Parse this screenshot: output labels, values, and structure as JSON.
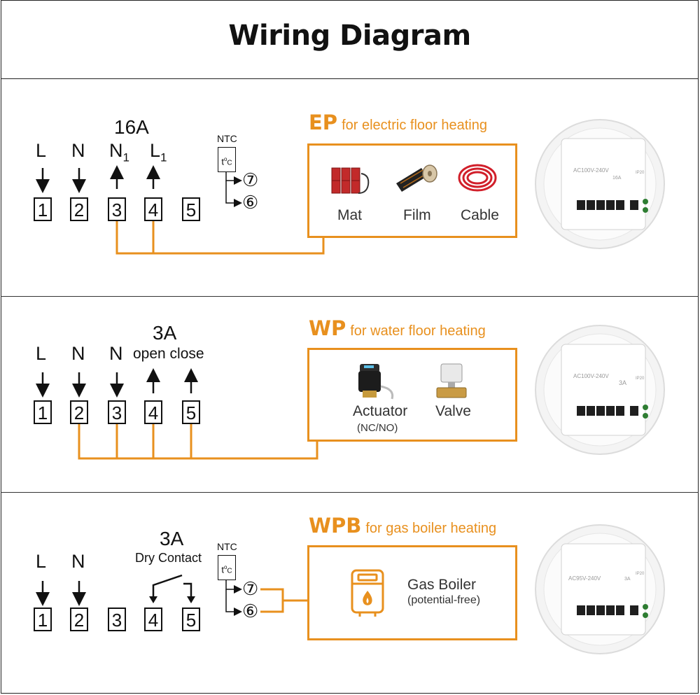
{
  "title": "Wiring Diagram",
  "colors": {
    "accent": "#e8901e",
    "line": "#111111"
  },
  "sections": {
    "ep": {
      "code": "EP",
      "desc": "for electric floor heating",
      "rating": "16A",
      "labels": [
        "L",
        "N",
        "N",
        "L"
      ],
      "label_subs": [
        "",
        "",
        "1",
        "1"
      ],
      "terminals": [
        "1",
        "2",
        "3",
        "4",
        "5"
      ],
      "ntc": "NTC",
      "sensor": "t°C",
      "sensor_t": "t",
      "sensor_o": "o",
      "sensor_c": "C",
      "circle_7": "⑦",
      "circle_6": "⑥",
      "products": [
        "Mat",
        "Film",
        "Cable"
      ],
      "device": {
        "spec": "AC100V-240V",
        "amp": "16A",
        "ip": "IP20"
      }
    },
    "wp": {
      "code": "WP",
      "desc": "for water floor heating",
      "rating": "3A",
      "labels": [
        "L",
        "N",
        "N"
      ],
      "open_close": "open close",
      "terminals": [
        "1",
        "2",
        "3",
        "4",
        "5"
      ],
      "products": [
        "Actuator",
        "Valve"
      ],
      "product_note": "(NC/NO)",
      "device": {
        "spec": "AC100V-240V",
        "amp": "3A",
        "ip": "IP20"
      }
    },
    "wpb": {
      "code": "WPB",
      "desc": "for gas boiler heating",
      "rating": "3A",
      "contact": "Dry Contact",
      "labels": [
        "L",
        "N"
      ],
      "terminals": [
        "1",
        "2",
        "3",
        "4",
        "5"
      ],
      "ntc": "NTC",
      "sensor_t": "t",
      "sensor_o": "o",
      "sensor_c": "C",
      "circle_7": "⑦",
      "circle_6": "⑥",
      "product": "Gas Boiler",
      "product_note": "(potential-free)",
      "device": {
        "spec": "AC95V-240V",
        "amp": "3A",
        "ip": "IP20"
      }
    }
  }
}
